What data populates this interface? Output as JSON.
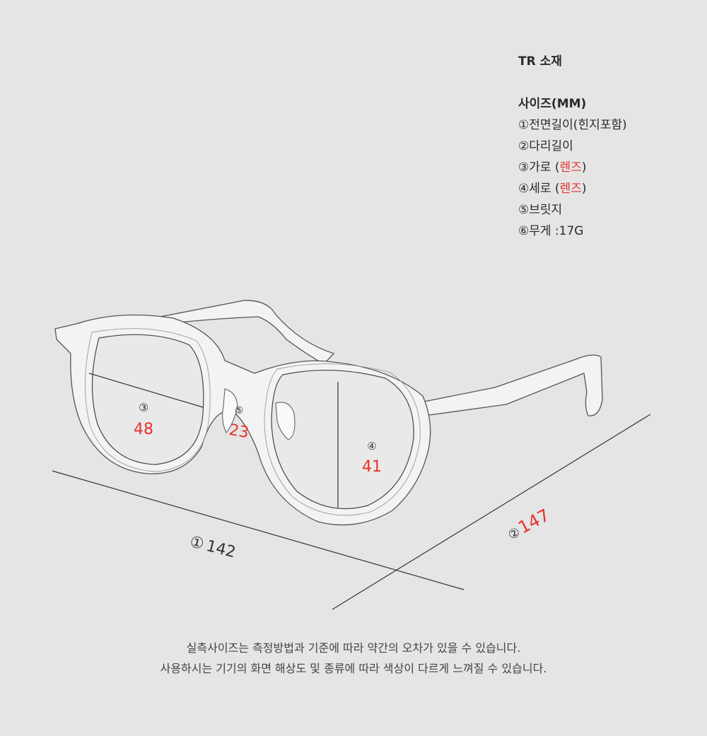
{
  "specs": {
    "material": "TR 소재",
    "size_heading": "사이즈(MM)",
    "items": [
      {
        "marker": "①",
        "label": "전면길이(힌지포함)",
        "red_part": "",
        "suffix": ""
      },
      {
        "marker": "②",
        "label": "다리길이",
        "red_part": "",
        "suffix": ""
      },
      {
        "marker": "③",
        "label": "가로 (",
        "red_part": "렌즈",
        "suffix": ")"
      },
      {
        "marker": "④",
        "label": "세로 (",
        "red_part": "렌즈",
        "suffix": ")"
      },
      {
        "marker": "⑤",
        "label": "브릿지",
        "red_part": "",
        "suffix": ""
      },
      {
        "marker": "⑥",
        "label": "무게 :17G",
        "red_part": "",
        "suffix": ""
      }
    ]
  },
  "dimensions": {
    "front_length": {
      "marker": "①",
      "value": "142"
    },
    "temple_length": {
      "marker": "②",
      "value": "147"
    },
    "lens_width": {
      "marker": "③",
      "value": "48"
    },
    "lens_height": {
      "marker": "④",
      "value": "41"
    },
    "bridge": {
      "marker": "⑤",
      "value": "23"
    }
  },
  "colors": {
    "background": "#e5e5e5",
    "accent_red": "#e8322b",
    "line": "#333333"
  },
  "notice": {
    "line1": "실측사이즈는 측정방법과 기준에 따라 약간의 오차가 있을 수 있습니다.",
    "line2": "사용하시는 기기의 화면 해상도 및 종류에 따라 색상이 다르게 느껴질 수 있습니다."
  }
}
